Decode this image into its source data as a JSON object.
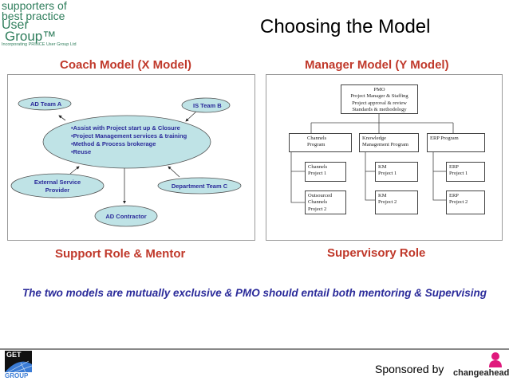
{
  "header": {
    "logo": {
      "line1": "supporters of",
      "line2": "best practice",
      "line3": "User",
      "line4": "Group™",
      "tagline": "Incorporating PRINCE User Group Ltd"
    },
    "title": "Choosing the Model"
  },
  "coach": {
    "heading": "Coach Model (X Model)",
    "center_items": [
      "•Assist with Project start up & Closure",
      "•Project Management services & training",
      "•Method & Process brokerage",
      "•Reuse"
    ],
    "nodes": {
      "ad_team_a": "AD Team A",
      "is_team_b": "IS Team B",
      "external_1": "External Service",
      "external_2": "Provider",
      "dept_c": "Department Team C",
      "ad_contractor": "AD Contractor"
    },
    "caption": "Support Role & Mentor",
    "colors": {
      "ellipse_fill": "#bfe3e6",
      "text": "#2b2b9a"
    }
  },
  "manager": {
    "heading": "Manager Model (Y Model)",
    "pmo": [
      "PMO",
      "Project Manager & Staffing",
      "Project approval & review",
      "Standards & methodology"
    ],
    "programs": [
      {
        "name": [
          "Channels",
          "Program"
        ],
        "projects": [
          [
            "Channels",
            "Project 1"
          ],
          [
            "Outsourced",
            "Channels",
            "Project 2"
          ]
        ]
      },
      {
        "name": [
          "Knowledge",
          "Management Program"
        ],
        "projects": [
          [
            "KM",
            "Project 1"
          ],
          [
            "KM",
            "Project 2"
          ]
        ]
      },
      {
        "name": [
          "ERP Program"
        ],
        "projects": [
          [
            "ERP",
            "Project 1"
          ],
          [
            "ERP",
            "Project 2"
          ]
        ]
      }
    ],
    "caption": "Supervisory Role"
  },
  "note": "The two models are mutually exclusive & PMO should entail both mentoring & Supervising",
  "footer": {
    "get_logo_top": "GET",
    "get_logo_bottom": "GROUP",
    "sponsored_by": "Sponsored by",
    "sponsor_name": "changeahead",
    "sponsor_color": "#e0197d"
  }
}
